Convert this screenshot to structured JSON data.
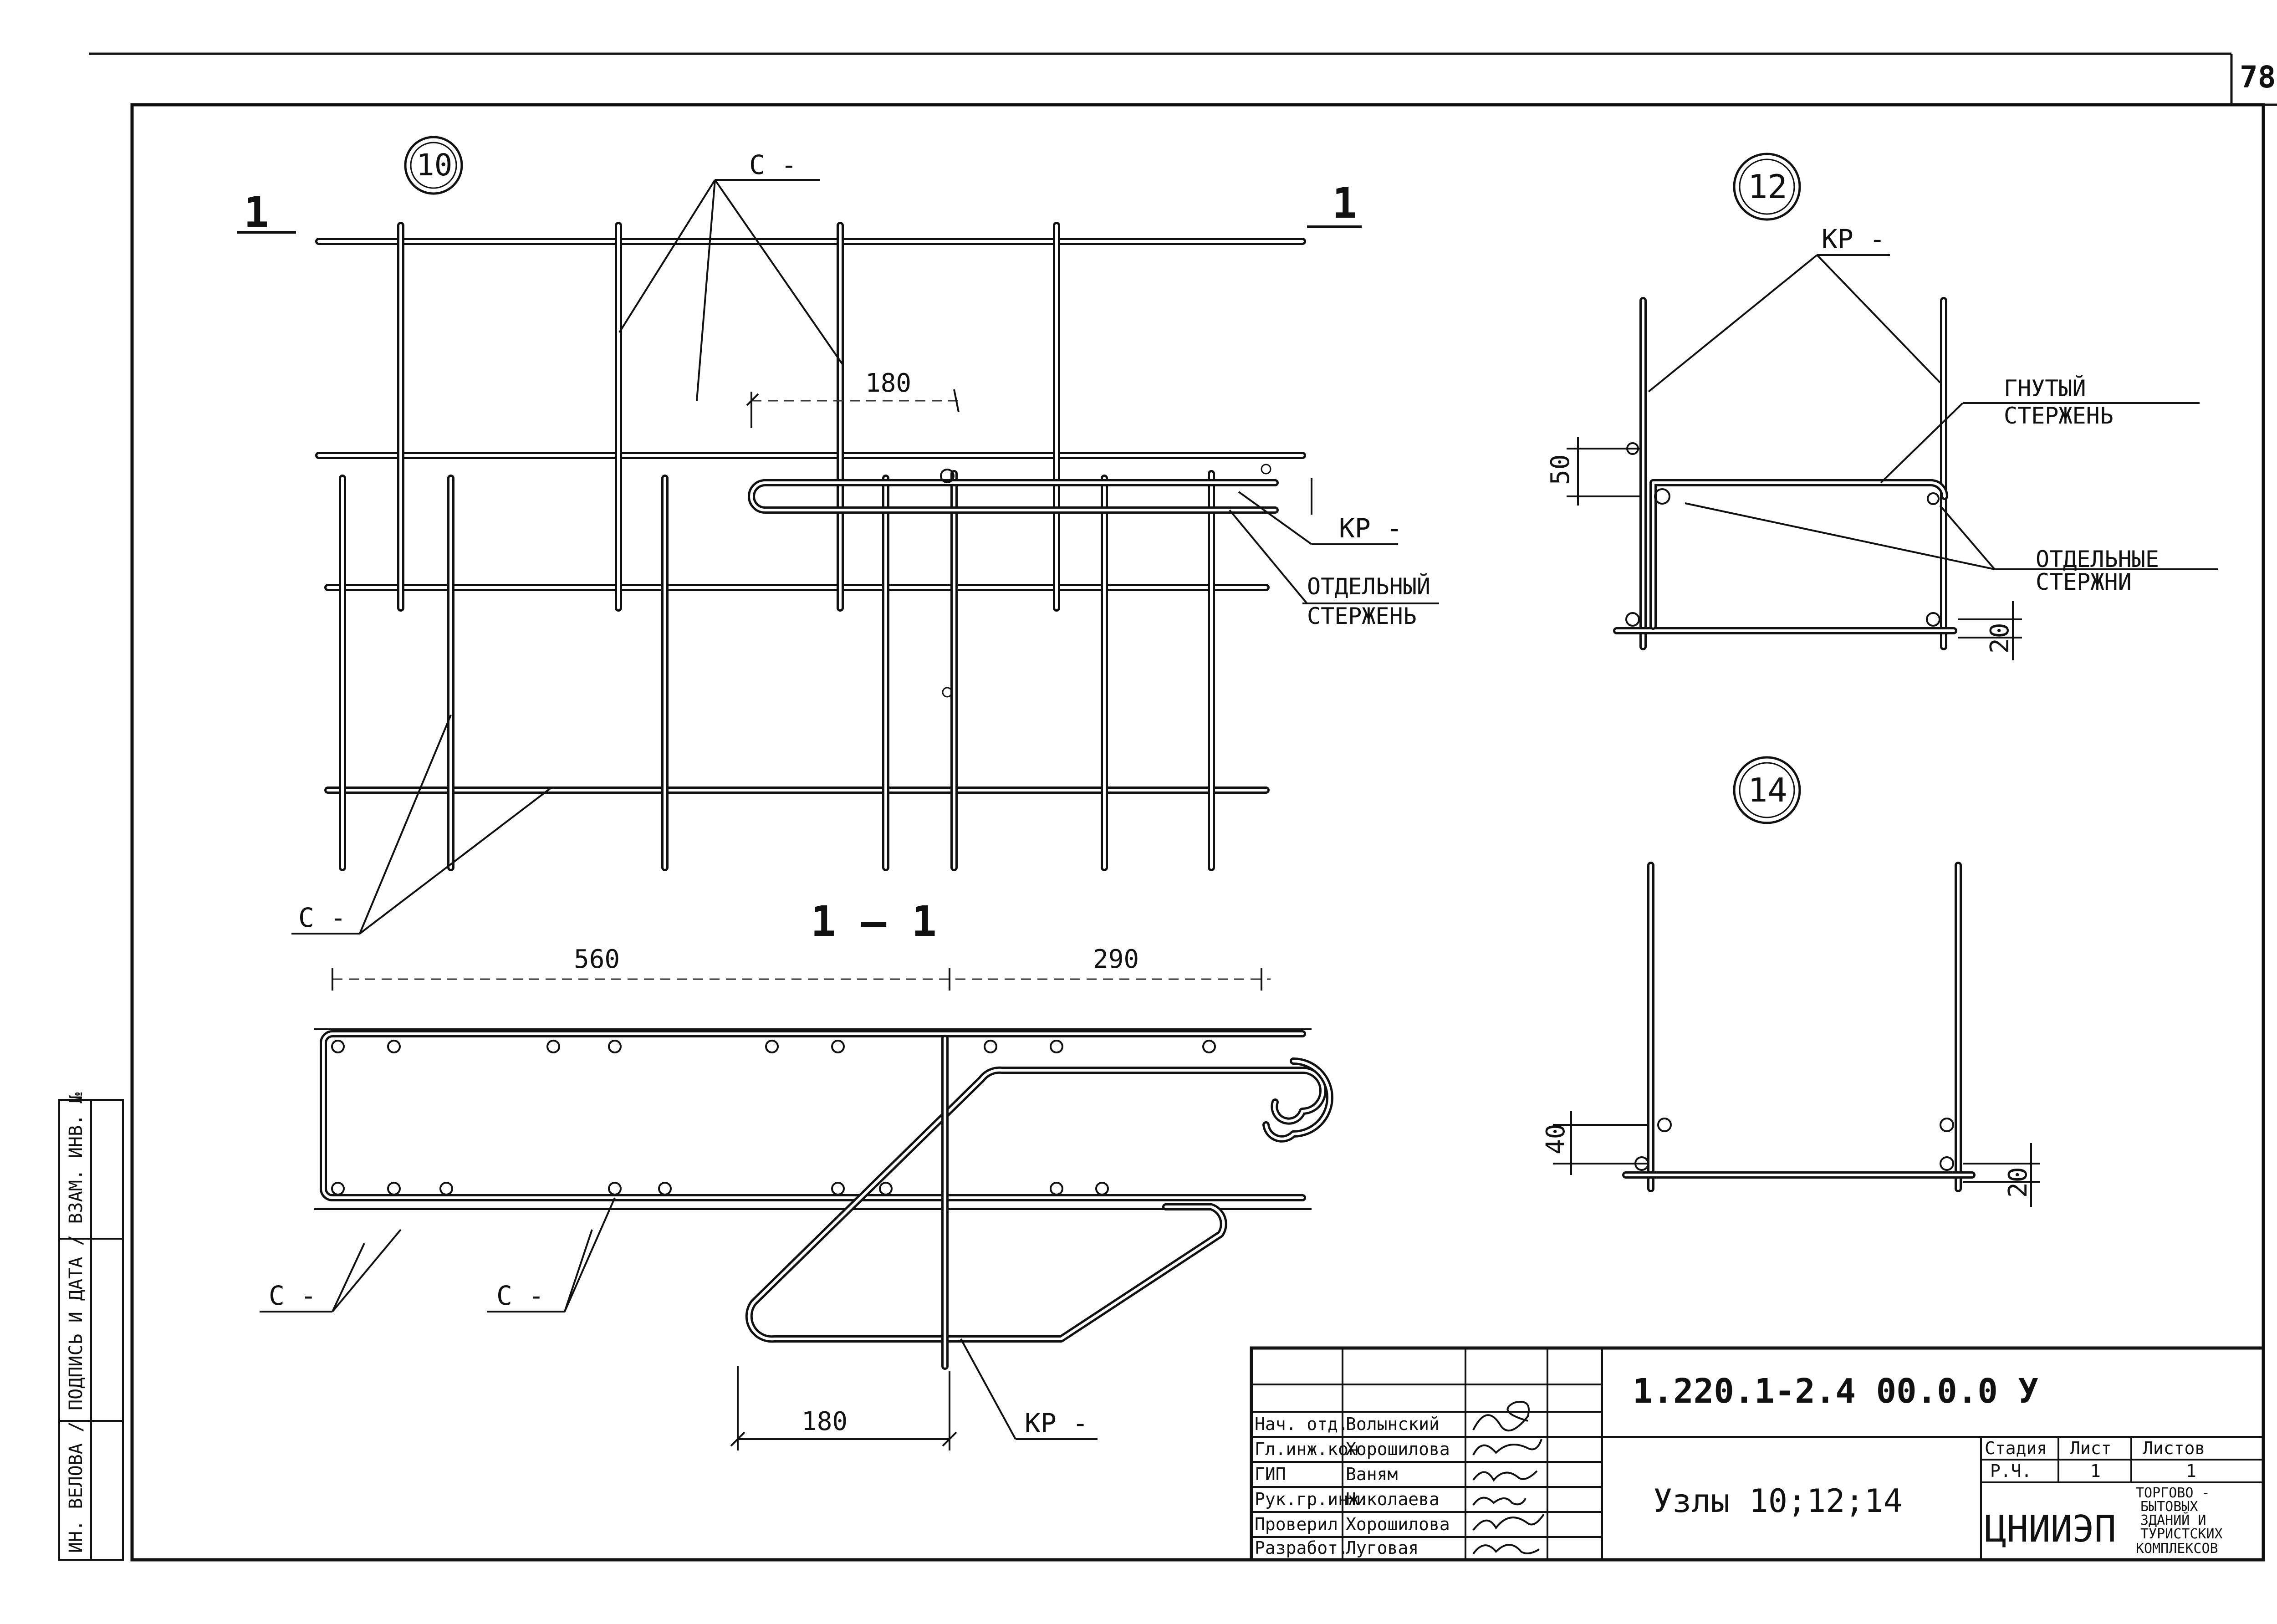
{
  "sheet": {
    "page_number": "78",
    "side_stamp": "ИН. ВЕЛОВА / ПОДПИСЬ И ДАТА / ВЗАМ. ИНВ. №"
  },
  "node10": {
    "id": "10",
    "label_c": "С -",
    "label_kr": "КР -",
    "dim_180": "180",
    "section_mark": "1",
    "separate_bar_l1": "ОТДЕЛЬНЫЙ",
    "separate_bar_l2": "СТЕРЖЕНЬ"
  },
  "section11": {
    "title": "1 — 1",
    "dim_560": "560",
    "dim_290": "290",
    "dim_180": "180",
    "label_c": "С -",
    "label_kr": "КР -"
  },
  "node12": {
    "id": "12",
    "label_kr": "КР -",
    "bent_l1": "ГНУТЫЙ",
    "bent_l2": "СТЕРЖЕНЬ",
    "sep_l1": "ОТДЕЛЬНЫЕ",
    "sep_l2": "СТЕРЖНИ",
    "dim_50": "50",
    "dim_20": "20"
  },
  "node14": {
    "id": "14",
    "dim_40": "40",
    "dim_20": "20"
  },
  "title_block": {
    "code": "1.220.1-2.4  00.0.0 У",
    "title": "Узлы 10;12;14",
    "roles": [
      {
        "role": "Нач. отд.",
        "name": "Волынский"
      },
      {
        "role": "Гл.инж.кон",
        "name": "Хорошилова"
      },
      {
        "role": "ГИП",
        "name": "Ваням"
      },
      {
        "role": "Рук.гр.инж.",
        "name": "Николаева"
      },
      {
        "role": "Проверил",
        "name": "Хорошилова"
      },
      {
        "role": "Разработ.",
        "name": "Луговая"
      }
    ],
    "stage_header": "Стадия",
    "sheet_header": "Лист",
    "sheets_header": "Листов",
    "stage": "Р.Ч.",
    "sheet": "1",
    "sheets": "1",
    "org": "ЦНИИЭП",
    "org_desc": [
      "ТОРГОВО -",
      "БЫТОВЫХ",
      "ЗДАНИЙ И",
      "ТУРИСТСКИХ",
      "КОМПЛЕКСОВ"
    ]
  }
}
